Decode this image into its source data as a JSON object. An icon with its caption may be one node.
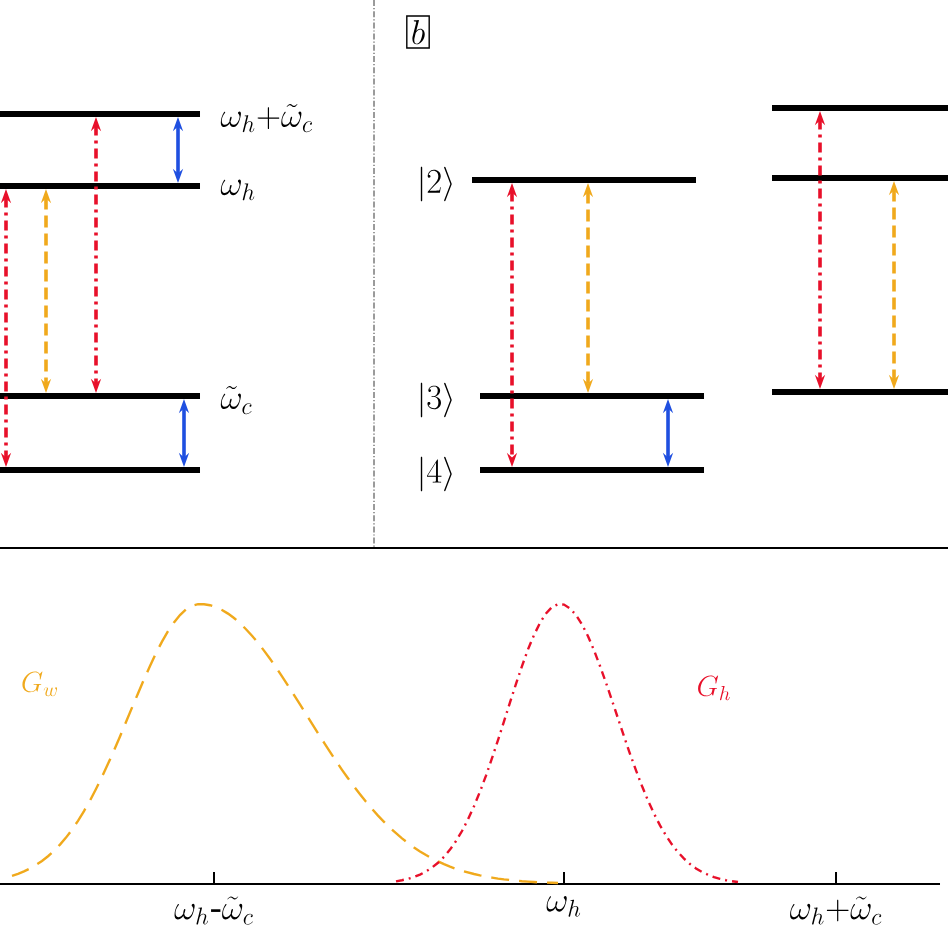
{
  "diagram": {
    "nodes": [
      {
        "text": [],
        "shape": "bar",
        "beside": [
          "\\omega_h{+}\\tilde{\\omega}_c"
        ]
      },
      {
        "text": [],
        "shape": "bar",
        "beside": [
          "\\omega_h"
        ]
      },
      {
        "text": [],
        "shape": "bar",
        "beside": [
          "\\tilde{\\omega}_c"
        ]
      },
      {
        "text": [],
        "shape": "bar"
      },
      {
        "text": [],
        "shape": "bar",
        "beside": [
          "|2\\rangle"
        ]
      },
      {
        "text": [],
        "shape": "bar",
        "beside": [
          "|3\\rangle"
        ]
      },
      {
        "text": [],
        "shape": "bar",
        "beside": [
          "|4\\rangle"
        ]
      },
      {
        "text": [],
        "shape": "bar"
      },
      {
        "text": [],
        "shape": "bar"
      },
      {
        "text": [],
        "shape": "bar"
      }
    ],
    "edges": [
      {
        "from": 1,
        "to": 3,
        "arrow": "both",
        "style": "dashed",
        "color": "#e8102a"
      },
      {
        "from": 1,
        "to": 2,
        "arrow": "both",
        "style": "dashed",
        "color": "#f0a91c"
      },
      {
        "from": 0,
        "to": 2,
        "arrow": "both",
        "style": "dashed",
        "color": "#e8102a"
      },
      {
        "from": 0,
        "to": 1,
        "arrow": "both",
        "color": "#1f4fe0"
      },
      {
        "from": 2,
        "to": 3,
        "arrow": "both",
        "color": "#1f4fe0"
      },
      {
        "from": 4,
        "to": 6,
        "arrow": "both",
        "style": "dashed",
        "color": "#e8102a"
      },
      {
        "from": 4,
        "to": 5,
        "arrow": "both",
        "style": "dashed",
        "color": "#f0a91c"
      },
      {
        "from": 5,
        "to": 6,
        "arrow": "both",
        "color": "#1f4fe0"
      },
      {
        "from": 7,
        "to": 9,
        "arrow": "both",
        "style": "dashed",
        "color": "#e8102a"
      },
      {
        "from": 8,
        "to": 9,
        "arrow": "both",
        "style": "dashed",
        "color": "#f0a91c"
      }
    ],
    "labels": [
      "b",
      "G_w",
      "G_h",
      "\\omega_h\\mbox{-}\\tilde{\\omega}_c",
      "\\omega_h",
      "\\omega_h{+}\\tilde{\\omega}_c"
    ]
  }
}
